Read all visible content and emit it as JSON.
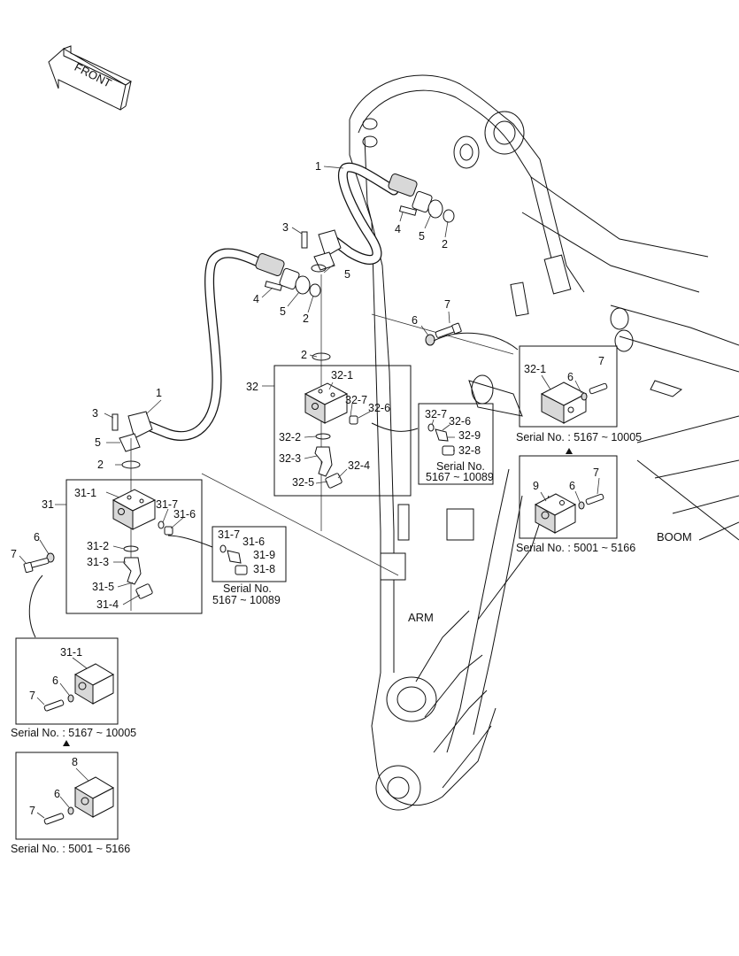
{
  "front_arrow_label": "FRONT",
  "region_labels": {
    "arm": "ARM",
    "boom": "BOOM"
  },
  "callouts": {
    "hose_1a": "1",
    "hose_1b": "1",
    "bolt_3a": "3",
    "bolt_3b": "3",
    "bolt_4a": "4",
    "bolt_4b": "4",
    "clamp_5a": "5",
    "clamp_5b": "5",
    "clamp_5c": "5",
    "ring_2a": "2",
    "ring_2b": "2",
    "ring_2c": "2",
    "ring_2d": "2",
    "ring_6": "6",
    "bolt_7": "7",
    "asm_32": "32",
    "p32_1": "32-1",
    "p32_7": "32-7",
    "p32_6": "32-6",
    "p32_2": "32-2",
    "p32_3": "32-3",
    "p32_4": "32-4",
    "p32_5": "32-5",
    "asm_31": "31",
    "p31_1": "31-1",
    "p31_7": "31-7",
    "p31_6": "31-6",
    "p31_2": "31-2",
    "p31_3": "31-3",
    "p31_5": "31-5",
    "p31_4": "31-4",
    "left_6": "6",
    "left_7": "7"
  },
  "detail_boxes": {
    "box_32_serial": {
      "labels": {
        "a": "32-7",
        "b": "32-6",
        "c": "32-9",
        "d": "32-8"
      },
      "serial_line1": "Serial No.",
      "serial_line2": "5167 ~ 10089"
    },
    "box_31_serial": {
      "labels": {
        "a": "31-7",
        "b": "31-6",
        "c": "31-9",
        "d": "31-8"
      },
      "serial_line1": "Serial No.",
      "serial_line2": "5167 ~ 10089"
    },
    "box_right_top": {
      "labels": {
        "block": "32-1",
        "ring": "6",
        "bolt": "7"
      },
      "serial": "Serial No. : 5167 ~ 10005"
    },
    "box_right_bottom": {
      "labels": {
        "block": "9",
        "ring": "6",
        "bolt": "7"
      },
      "serial": "Serial No. : 5001 ~ 5166"
    },
    "box_left_top": {
      "labels": {
        "block": "31-1",
        "ring": "6",
        "bolt": "7"
      },
      "serial": "Serial No. : 5167 ~ 10005"
    },
    "box_left_bottom": {
      "labels": {
        "block": "8",
        "ring": "6",
        "bolt": "7"
      },
      "serial": "Serial No. : 5001 ~ 5166"
    }
  }
}
